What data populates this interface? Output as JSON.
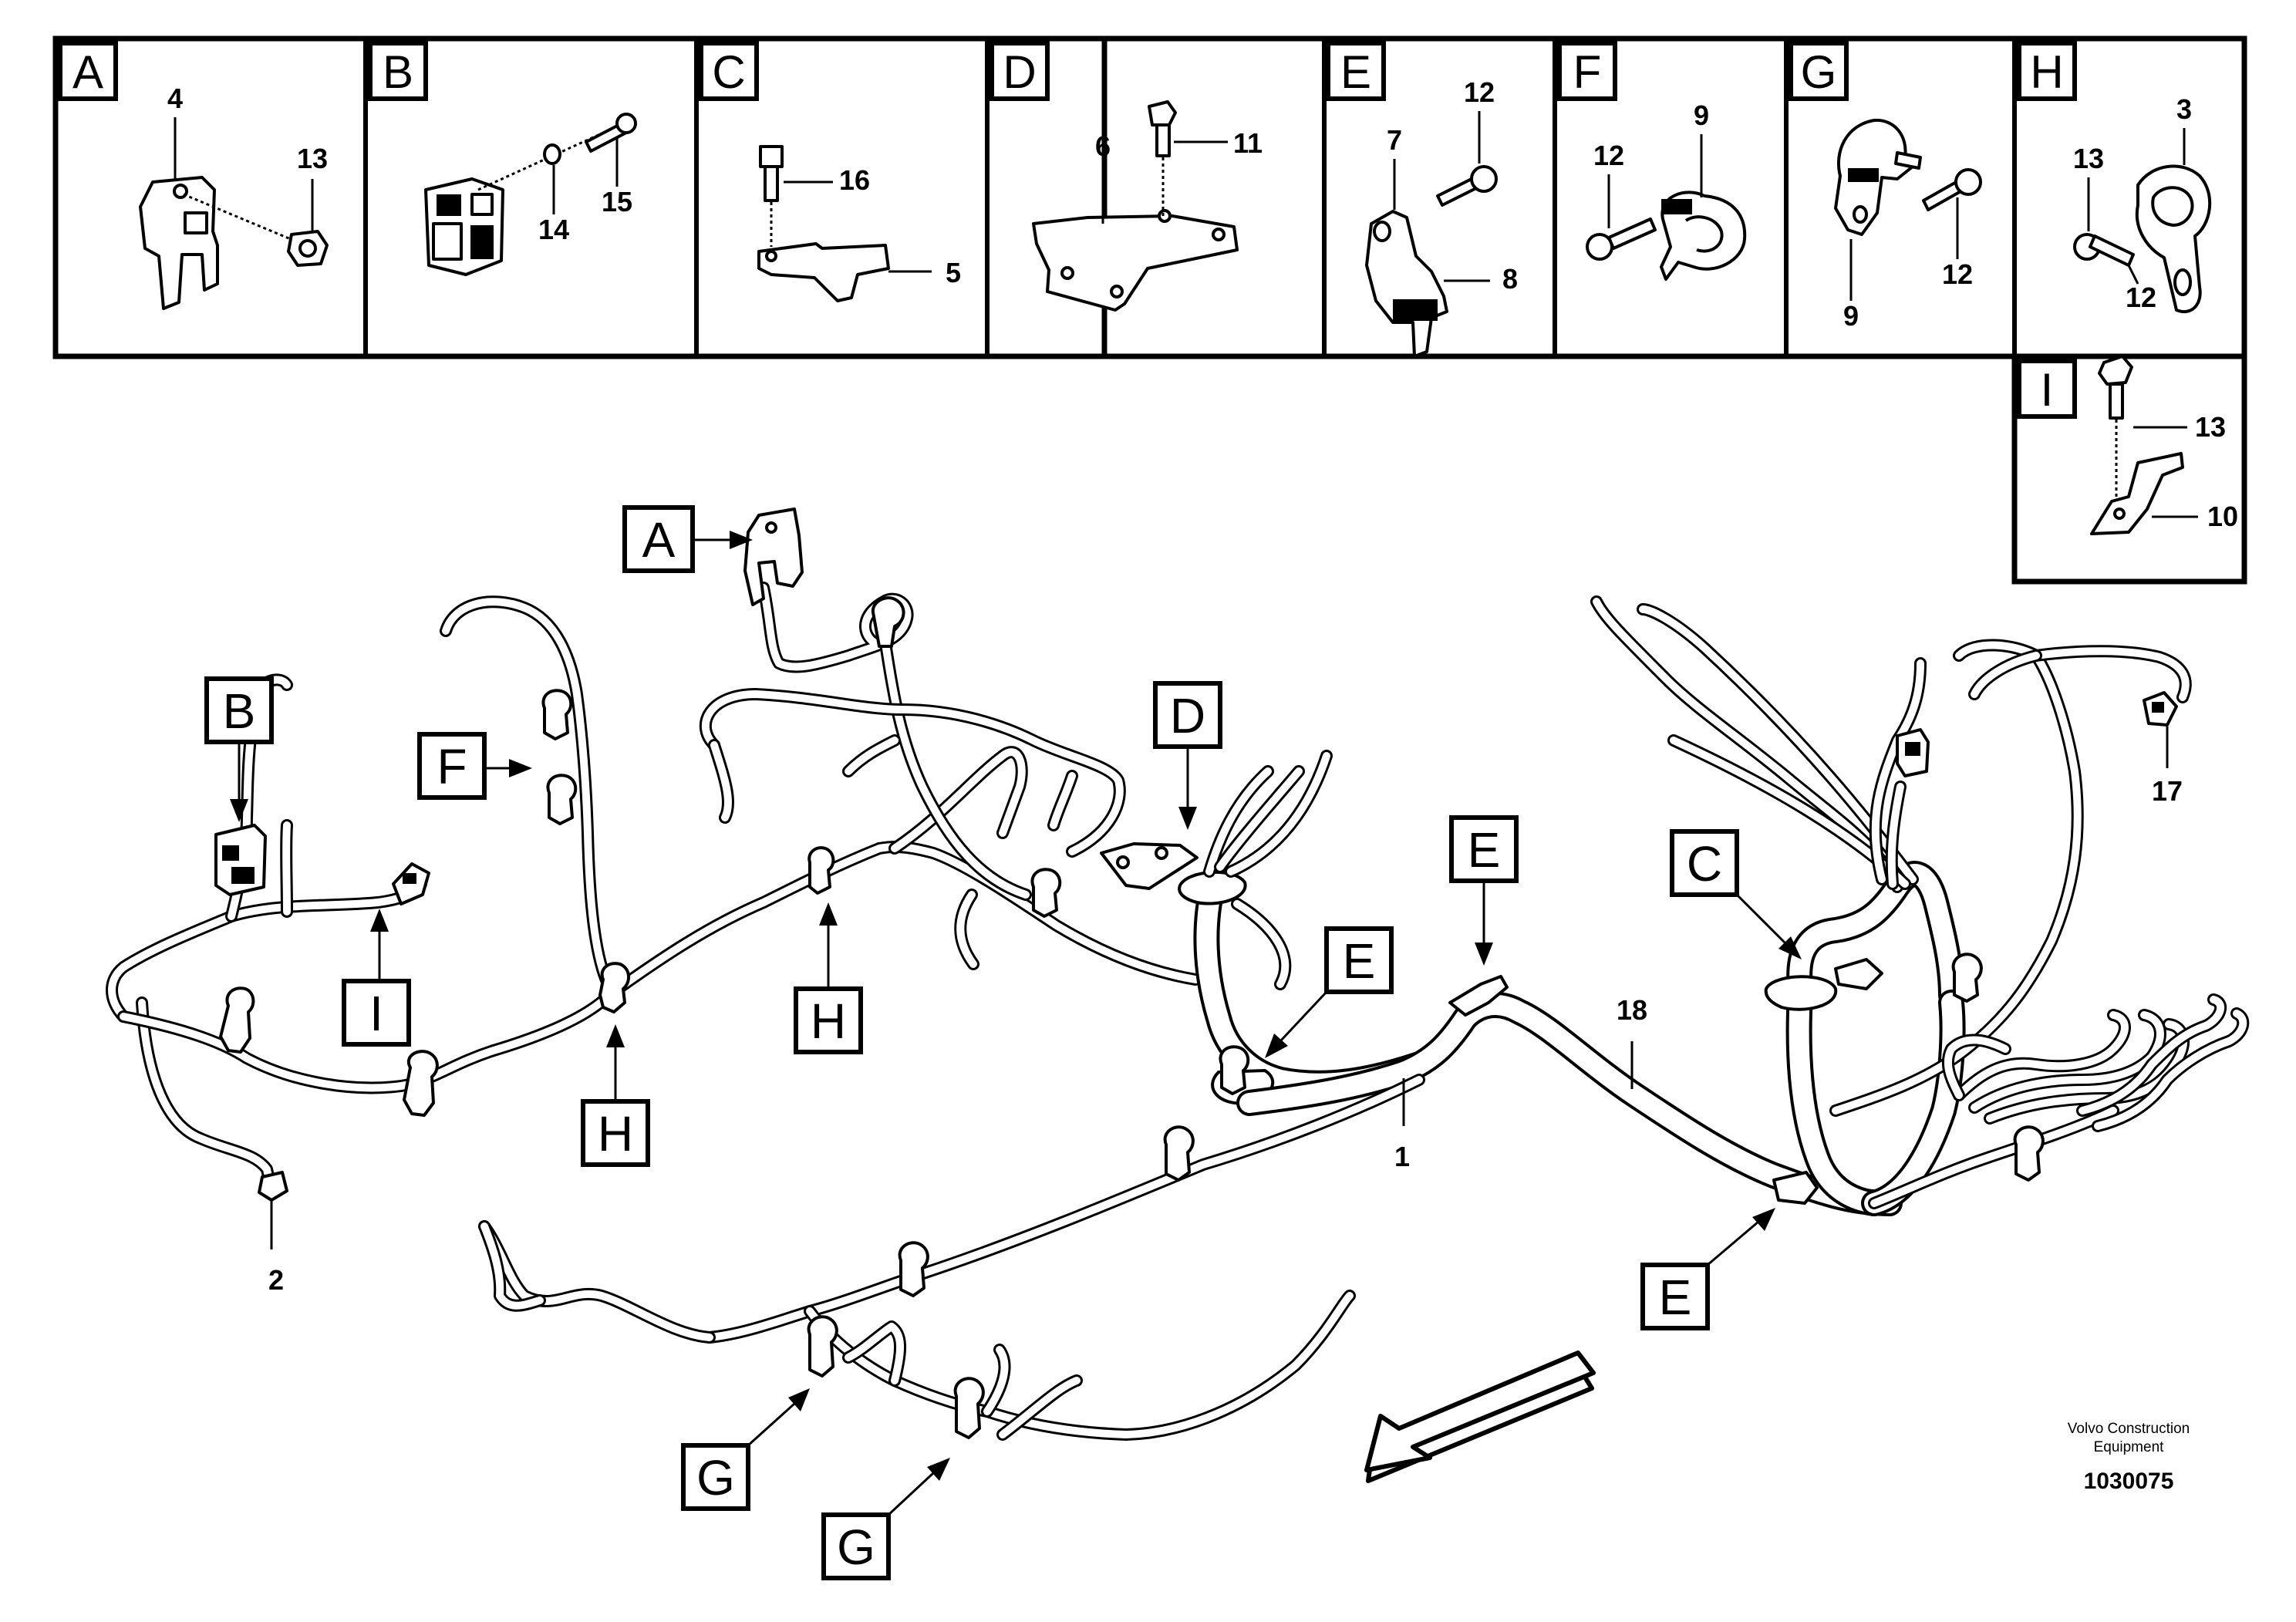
{
  "detail_panels": [
    {
      "letter": "A",
      "parts": [
        "4",
        "13"
      ]
    },
    {
      "letter": "B",
      "parts": [
        "14",
        "15"
      ]
    },
    {
      "letter": "C",
      "parts": [
        "16",
        "5"
      ]
    },
    {
      "letter": "D",
      "parts": [
        "6",
        "11"
      ]
    },
    {
      "letter": "E",
      "parts": [
        "7",
        "12",
        "8"
      ]
    },
    {
      "letter": "F",
      "parts": [
        "12",
        "9"
      ]
    },
    {
      "letter": "G",
      "parts": [
        "9",
        "12"
      ]
    },
    {
      "letter": "H",
      "parts": [
        "13",
        "3",
        "12"
      ]
    },
    {
      "letter": "I",
      "parts": [
        "13",
        "10"
      ]
    }
  ],
  "callouts": [
    "A",
    "B",
    "C",
    "D",
    "E",
    "E",
    "E",
    "F",
    "G",
    "G",
    "H",
    "H",
    "I"
  ],
  "main_parts": [
    "1",
    "2",
    "17",
    "18"
  ],
  "watermark": {
    "line1": "Volvo Construction",
    "line2": "Equipment",
    "drawing_number": "1030075"
  }
}
